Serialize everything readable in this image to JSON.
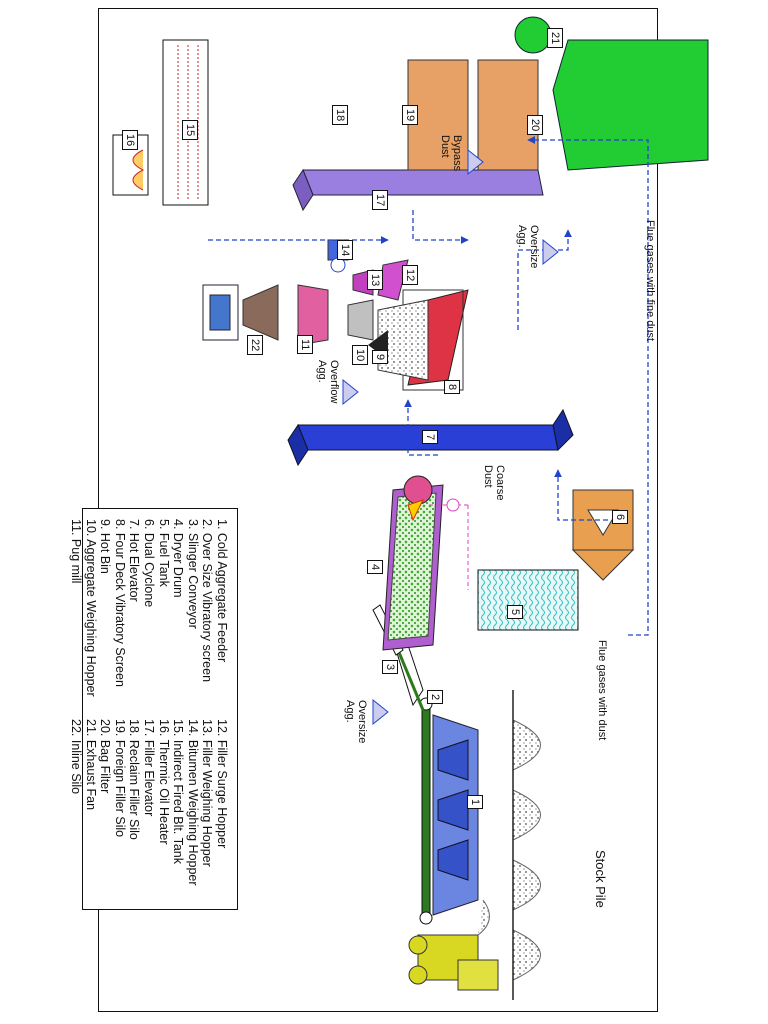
{
  "labels": {
    "stock_pile": "Stock Pile",
    "oversize_agg_1": "Oversize\nAgg.",
    "oversize_agg_2": "Oversize\nAgg.",
    "overflow_agg": "Overflow\nAgg.",
    "bypass_dust": "Bypass\nDust",
    "coarse_dust": "Coarse\nDust",
    "flue_gases_fine_dust": "Flue gases with fine dust",
    "flue_gases_dust": "Flue gases with dust"
  },
  "component_numbers": [
    "1",
    "2",
    "3",
    "4",
    "5",
    "6",
    "7",
    "8",
    "9",
    "10",
    "11",
    "12",
    "13",
    "14",
    "15",
    "16",
    "17",
    "18",
    "19",
    "20",
    "21",
    "22"
  ],
  "legend": {
    "left": [
      "1.  Cold Aggregate Feeder",
      "2.  Over Size Vibratory screen",
      "3.  Slinger Conveyor",
      "4.  Dryer Drum",
      "5.  Fuel Tank",
      "6.  Dual Cyclone",
      "7.  Hot Elevator",
      "8.  Four Deck Vibratory Screen",
      "9.  Hot Bin",
      "10. Aggregate Weighing Hopper",
      "11. Pug mill"
    ],
    "right": [
      "12. Filler Surge Hopper",
      "13. Filler Weighing Hopper",
      "14. Bitumen Weighing Hopper",
      "15. Indirect Fired Blt. Tank",
      "16. Thermic Oil Heater",
      "17. Filler Elevator",
      "18. Reclaim Filler Silo",
      "19. Foreign Filler Silo",
      "20. Bag Filter",
      "21. Exhaust Fan",
      "22. Inline Silo"
    ]
  },
  "colors": {
    "flow_line": "#2244cc",
    "elevator_blue": "#2a3fd6",
    "filler_elevator": "#9a7fe0",
    "bag_filter": "#22cc33",
    "silo_orange": "#e7a066",
    "dryer_purple": "#b05fd0",
    "cyclone": "#e8a050",
    "fuel_tank": "#2ec4c4",
    "feeder_blue": "#5577dd",
    "truck_yellow": "#d8d822",
    "heater_red": "#cc2222",
    "screen_red": "#dd3344"
  }
}
